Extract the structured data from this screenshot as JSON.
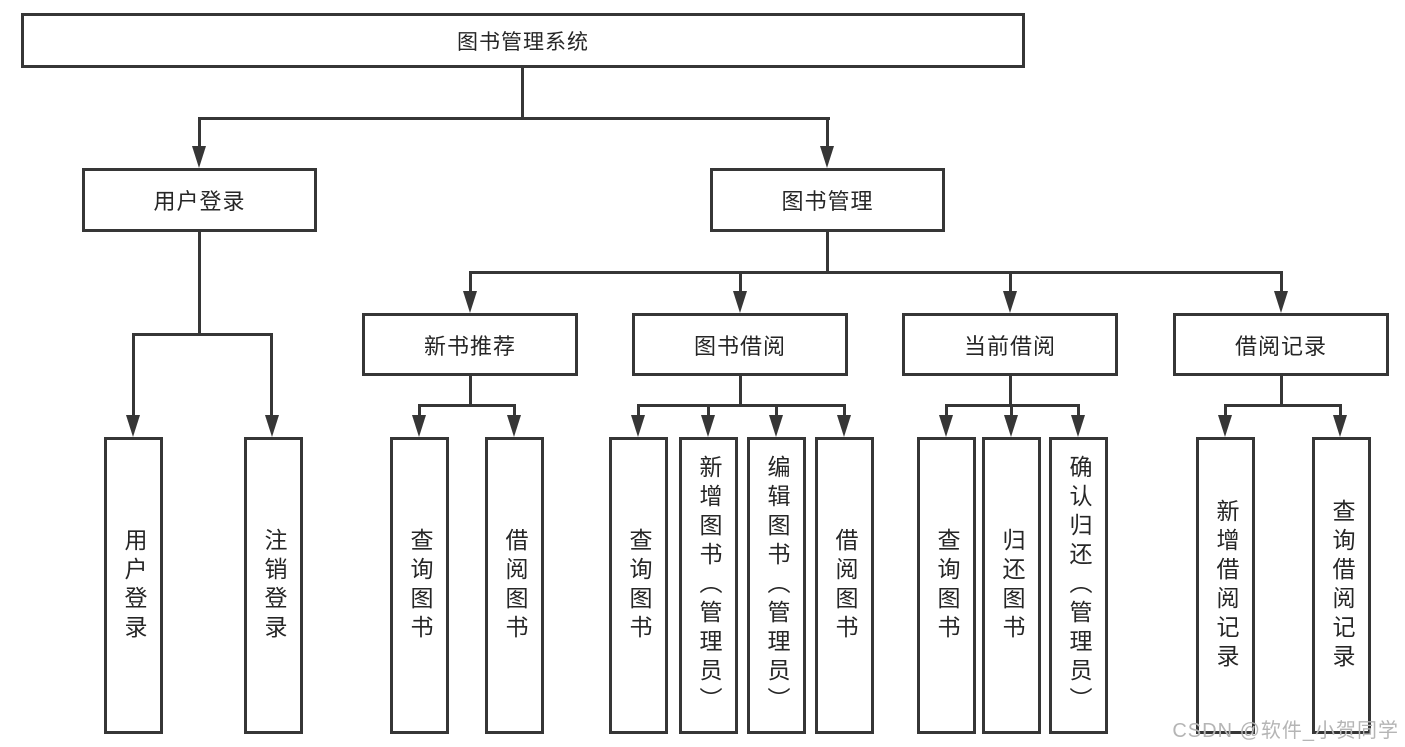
{
  "nodes": {
    "root": "图书管理系统",
    "level2": {
      "user_login": "用户登录",
      "book_mgmt": "图书管理"
    },
    "level3": {
      "new_books": "新书推荐",
      "borrowing": "图书借阅",
      "current": "当前借阅",
      "records": "借阅记录"
    },
    "leaves": {
      "login": "用户登录",
      "logout": "注销登录",
      "nb_query": "查询图书",
      "nb_borrow": "借阅图书",
      "bw_query": "查询图书",
      "bw_add": "新增图书（管理员）",
      "bw_edit": "编辑图书（管理员）",
      "bw_borrow": "借阅图书",
      "cur_query": "查询图书",
      "cur_return": "归还图书",
      "cur_confirm": "确认归还（管理员）",
      "rec_add": "新增借阅记录",
      "rec_query": "查询借阅记录"
    }
  },
  "watermark": {
    "text": "CSDN @软件_小贺同学",
    "color": "#b5b5b5"
  },
  "colors": {
    "line": "#363636",
    "text": "#262626",
    "background": "#ffffff"
  }
}
